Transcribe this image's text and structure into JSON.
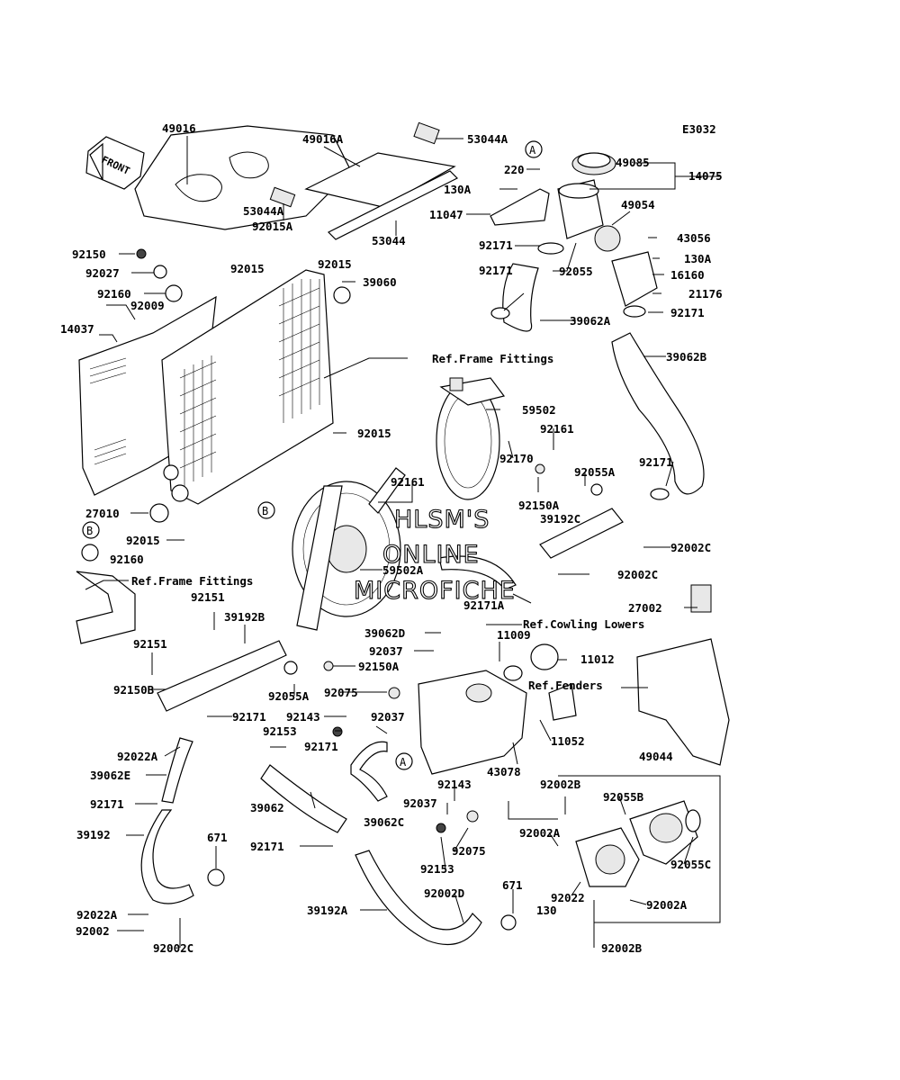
{
  "diagram_code": "E3032",
  "front_arrow": "FRONT",
  "watermark": [
    "HLSM'S",
    "ONLINE",
    "MICROFICHE"
  ],
  "callouts": {
    "A": "A",
    "B": "B"
  },
  "refs": {
    "frame1": "Ref.Frame Fittings",
    "frame2": "Ref.Frame Fittings",
    "cowling": "Ref.Cowling Lowers",
    "fenders": "Ref.Fenders"
  },
  "labels": {
    "p49016": "49016",
    "p49016A": "49016A",
    "p53044A_top": "53044A",
    "p53044A_mid": "53044A",
    "p53044": "53044",
    "p92015A": "92015A",
    "p92150_top": "92150",
    "p92027": "92027",
    "p92015_a": "92015",
    "p92015_b": "92015",
    "p92160_top": "92160",
    "p92009": "92009",
    "p39060": "39060",
    "p14037": "14037",
    "p220": "220",
    "p130A_top": "130A",
    "p11047": "11047",
    "p49085": "49085",
    "p14075": "14075",
    "p49054": "49054",
    "p43056": "43056",
    "p130A_r": "130A",
    "p16160": "16160",
    "p21176": "21176",
    "p92171_a": "92171",
    "p92171_b": "92171",
    "p92055": "92055",
    "p39062A": "39062A",
    "p92171_c": "92171",
    "p39062B": "39062B",
    "p59502": "59502",
    "p92161_a": "92161",
    "p92015_c": "92015",
    "p92170": "92170",
    "p92150A_a": "92150A",
    "p92055A_a": "92055A",
    "p92171_d": "92171",
    "p92161_b": "92161",
    "p27010": "27010",
    "p39192C": "39192C",
    "p92002C_a": "92002C",
    "p92002C_b": "92002C",
    "p92015_d": "92015",
    "p92160_bot": "92160",
    "p59502A": "59502A",
    "p92171A": "92171A",
    "p27002": "27002",
    "p92151_a": "92151",
    "p39192B": "39192B",
    "p39062D": "39062D",
    "p92151_b": "92151",
    "p92037_a": "92037",
    "p11009": "11009",
    "p11012": "11012",
    "p92150A_b": "92150A",
    "p92150B": "92150B",
    "p92055A_b": "92055A",
    "p92075_a": "92075",
    "p92143_a": "92143",
    "p92037_b": "92037",
    "p92171_e": "92171",
    "p92153_a": "92153",
    "p92171_f": "92171",
    "p11052": "11052",
    "p92022A_a": "92022A",
    "p39062E": "39062E",
    "p43078": "43078",
    "p49044": "49044",
    "p92143_b": "92143",
    "p92171_g": "92171",
    "p39062": "39062",
    "p92037_c": "92037",
    "p39062C": "39062C",
    "p92002B_a": "92002B",
    "p92055B": "92055B",
    "p39192": "39192",
    "p92075_b": "92075",
    "p92002A_a": "92002A",
    "p671_a": "671",
    "p92153_b": "92153",
    "p92055C": "92055C",
    "p92171_h": "92171",
    "p92022_b": "92022",
    "p92022A_b": "92022A",
    "p92002D": "92002D",
    "p671_b": "671",
    "p92002A_b": "92002A",
    "p92002": "92002",
    "p39192A": "39192A",
    "p130_b": "130",
    "p92002C_c": "92002C",
    "p92002B_b": "92002B"
  }
}
